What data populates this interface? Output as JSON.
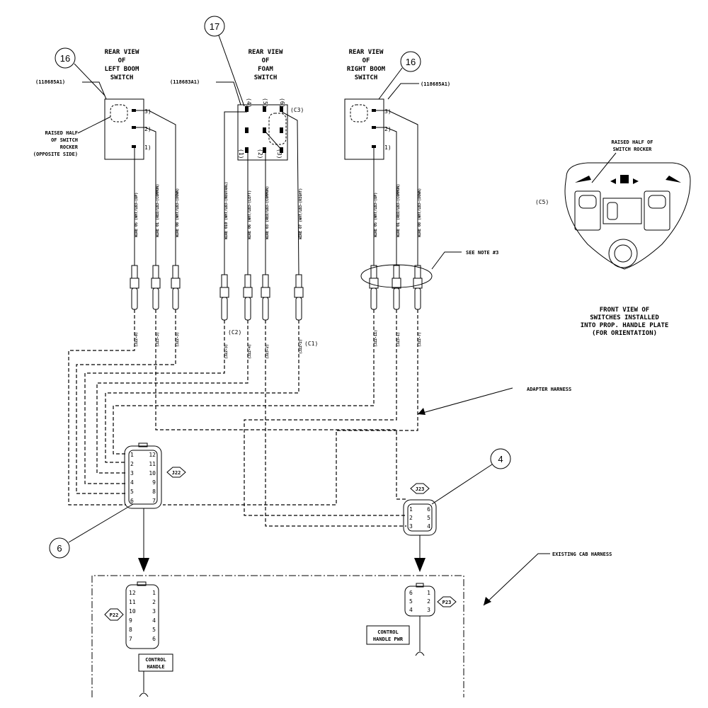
{
  "callouts": {
    "c16_left": "16",
    "c17": "17",
    "c16_right": "16",
    "c4": "4",
    "c6": "6"
  },
  "left_switch": {
    "title": [
      "REAR VIEW",
      "OF",
      "LEFT BOOM",
      "SWITCH"
    ],
    "part": "(118685A1)",
    "note": [
      "RAISED HALF",
      "OF SWITCH",
      "ROCKER",
      "(OPPOSITE SIDE)"
    ],
    "pins": [
      "3)",
      "2)",
      "1)"
    ],
    "wires": [
      "WIRE 05 (WHT/LB3-(UP)",
      "WIRE 01 (RED/LB3-(COMMON)",
      "WIRE 08 (WHT/LB3-(DOWN)"
    ],
    "terminals": [
      "(J22-8)",
      "(J23-3)",
      "(J22-3)"
    ]
  },
  "foam_switch": {
    "title": [
      "REAR VIEW",
      "OF",
      "FOAM",
      "SWITCH"
    ],
    "part": "(118683A1)",
    "top_pins": [
      "(4)",
      "(5)",
      "(6)"
    ],
    "bottom_pins": [
      "(1)",
      "(2)",
      "(3)"
    ],
    "conn": "(C3)",
    "wires": [
      "WIRE 010 (WHT/LB3-(NEUTRAL)",
      "WIRE 06 (WHT/LB3-(LEFT)",
      "WIRE 03 (RED/LB3-(COMMON)",
      "WIRE 07 (WHT/LB3-(RIGHT)"
    ],
    "terminals": [
      "(J22-3)",
      "(J22-4)",
      "(J23-2)",
      "(J22-2)"
    ],
    "c2": "(C2)",
    "c1": "(C1)"
  },
  "right_switch": {
    "title": [
      "REAR VIEW",
      "OF",
      "RIGHT BOOM",
      "SWITCH"
    ],
    "part": "(118685A1)",
    "pins": [
      "3)",
      "2)",
      "1)"
    ],
    "wires": [
      "WIRE 05 (WHT/LB3-(UP)",
      "WIRE 01 (RED/LB3-(COMMON)",
      "WIRE 08 (WHT/LB3-(DOWN)"
    ],
    "terminals": [
      "(J22-11)",
      "(J23-1)",
      "(J22-7)"
    ]
  },
  "see_note": "SEE NOTE #3",
  "front_view": {
    "raised_note": [
      "RAISED HALF OF",
      "SWITCH ROCKER"
    ],
    "conn": "(C5)",
    "caption": [
      "FRONT VIEW OF",
      "SWITCHES INSTALLED",
      "INTO PROP. HANDLE PLATE",
      "(FOR ORIENTATION)"
    ]
  },
  "adapter_harness": "ADAPTER HARNESS",
  "existing_cab_harness": "EXISTING CAB HARNESS",
  "j22": {
    "label": "J22",
    "left_pins": [
      "1",
      "2",
      "3",
      "4",
      "5",
      "6"
    ],
    "right_pins": [
      "12",
      "11",
      "10",
      "9",
      "8",
      "7"
    ]
  },
  "j23": {
    "label": "J23",
    "left_pins": [
      "1",
      "2",
      "3"
    ],
    "right_pins": [
      "6",
      "5",
      "4"
    ]
  },
  "p22": {
    "label": "P22",
    "left_pins": [
      "12",
      "11",
      "10",
      "9",
      "8",
      "7"
    ],
    "right_pins": [
      "1",
      "2",
      "3",
      "4",
      "5",
      "6"
    ],
    "tag": [
      "CONTROL",
      "HANDLE"
    ]
  },
  "p23": {
    "label": "P23",
    "left_pins": [
      "6",
      "5",
      "4"
    ],
    "right_pins": [
      "1",
      "2",
      "3"
    ],
    "tag": [
      "CONTROL",
      "HANDLE PWR"
    ]
  }
}
